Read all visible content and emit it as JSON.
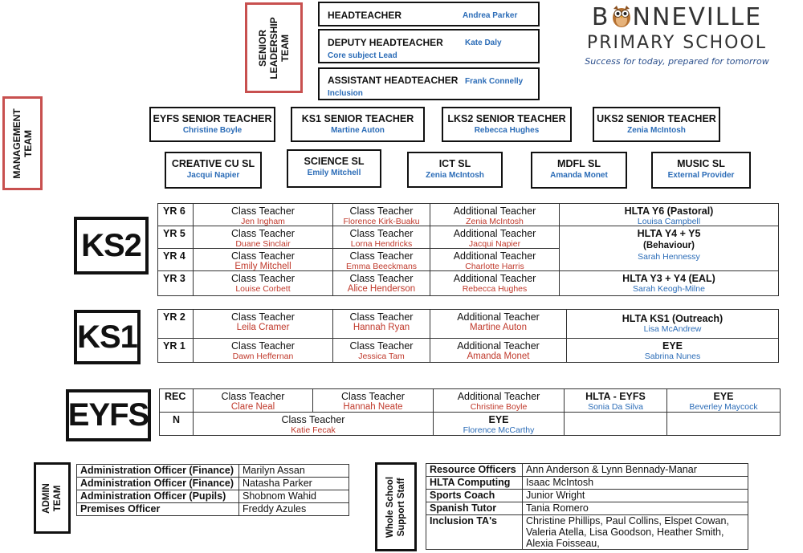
{
  "logo": {
    "name_part1": "B",
    "name_part2": "NNEVILLE",
    "school": "PRIMARY SCHOOL",
    "tagline": "Success for today, prepared for tomorrow"
  },
  "senior_leadership": {
    "label": "SENIOR LEADERSHIP TEAM",
    "rows": [
      {
        "title": "HEADTEACHER",
        "name": "Andrea Parker",
        "sub": ""
      },
      {
        "title": "DEPUTY HEADTEACHER",
        "name": "Kate Daly",
        "sub": "Core subject Lead"
      },
      {
        "title": "ASSISTANT HEADTEACHER",
        "name": "Frank Connelly",
        "sub": "Inclusion"
      }
    ]
  },
  "management": {
    "label": "MANAGEMENT TEAM",
    "senior_teachers": [
      {
        "title": "EYFS SENIOR TEACHER",
        "name": "Christine Boyle"
      },
      {
        "title": "KS1 SENIOR TEACHER",
        "name": "Martine Auton"
      },
      {
        "title": "LKS2 SENIOR TEACHER",
        "name": "Rebecca Hughes"
      },
      {
        "title": "UKS2 SENIOR TEACHER",
        "name": "Zenia McIntosh"
      }
    ],
    "subject_leads": [
      {
        "title": "CREATIVE CU SL",
        "name": "Jacqui Napier"
      },
      {
        "title": "SCIENCE SL",
        "name": "Emily Mitchell"
      },
      {
        "title": "ICT SL",
        "name": "Zenia McIntosh"
      },
      {
        "title": "MDFL SL",
        "name": "Amanda Monet"
      },
      {
        "title": "MUSIC SL",
        "name": "External Provider"
      }
    ]
  },
  "ks2": {
    "label": "KS2",
    "rows": [
      {
        "year": "YR 6",
        "c1": "Class Teacher",
        "n1": "Jen Ingham",
        "c2": "Class Teacher",
        "n2": "Florence Kirk-Buaku",
        "c3": "Additional Teacher",
        "n3": "Zenia McIntosh"
      },
      {
        "year": "YR 5",
        "c1": "Class Teacher",
        "n1": "Duane Sinclair",
        "c2": "Class Teacher",
        "n2": "Lorna Hendricks",
        "c3": "Additional Teacher",
        "n3": "Jacqui Napier"
      },
      {
        "year": "YR 4",
        "c1": "Class Teacher",
        "n1": "Emily Mitchell",
        "c2": "Class Teacher",
        "n2": "Emma Beeckmans",
        "c3": "Additional Teacher",
        "n3": "Charlotte Harris"
      },
      {
        "year": "YR 3",
        "c1": "Class Teacher",
        "n1": "Louise Corbett",
        "c2": "Class Teacher",
        "n2": "Alice Henderson",
        "c3": "Additional Teacher",
        "n3": "Rebecca Hughes"
      }
    ],
    "hlta": [
      {
        "title": "HLTA Y6",
        "title_tail": " (Pastoral)",
        "name": "Louisa Campbell"
      },
      {
        "title": "HLTA Y4 + Y5",
        "title_tail": "(Behaviour)",
        "name": "Sarah Hennessy"
      },
      {
        "title": "HLTA Y3 + Y4 (EAL)",
        "title_tail": "",
        "name": "Sarah Keogh-Milne"
      }
    ]
  },
  "ks1": {
    "label": "KS1",
    "rows": [
      {
        "year": "YR 2",
        "c1": "Class Teacher",
        "n1": "Leila Cramer",
        "c2": "Class Teacher",
        "n2": "Hannah Ryan",
        "c3": "Additional Teacher",
        "n3": "Martine Auton",
        "c4": "HLTA KS1",
        "c4_tail": " (Outreach)",
        "n4": "Lisa McAndrew"
      },
      {
        "year": "YR 1",
        "c1": "Class Teacher",
        "n1": "Dawn Heffernan",
        "c2": "Class Teacher",
        "n2": "Jessica Tam",
        "c3": "Additional Teacher",
        "n3": "Amanda Monet",
        "c4": "EYE",
        "c4_tail": "",
        "n4": "Sabrina Nunes"
      }
    ]
  },
  "eyfs": {
    "label": "EYFS",
    "rec": {
      "year": "REC",
      "c1": "Class Teacher",
      "n1": "Clare Neal",
      "c2": "Class Teacher",
      "n2": "Hannah Neate",
      "c3": "Additional Teacher",
      "n3": "Christine Boyle",
      "c4": "HLTA - EYFS",
      "n4": "Sonia Da Silva",
      "c5": "EYE",
      "n5": "Beverley Maycock"
    },
    "n": {
      "year": "N",
      "c1": "Class Teacher",
      "n1": "Katie Fecak",
      "c2": "EYE",
      "n2": "Florence McCarthy"
    }
  },
  "admin": {
    "label": "ADMIN TEAM",
    "rows": [
      {
        "role": "Administration Officer (Finance)",
        "name": "Marilyn Assan"
      },
      {
        "role": "Administration Officer (Finance)",
        "name": "Natasha Parker"
      },
      {
        "role": "Administration Officer (Pupils)",
        "name": "Shobnom Wahid"
      },
      {
        "role": "Premises Officer",
        "name": "Freddy Azules"
      }
    ]
  },
  "support": {
    "label": "Whole School Support Staff",
    "rows": [
      {
        "role": "Resource Officers",
        "name": "Ann Anderson & Lynn Bennady-Manar"
      },
      {
        "role": "HLTA Computing",
        "name": "Isaac McIntosh"
      },
      {
        "role": "Sports Coach",
        "name": "Junior Wright"
      },
      {
        "role": "Spanish Tutor",
        "name": "Tania Romero"
      },
      {
        "role": "Inclusion TA's",
        "name": "Christine Phillips, Paul Collins, Elspet Cowan, Valeria Atella, Lisa Goodson, Heather Smith, Alexia Foisseau,"
      }
    ]
  },
  "colors": {
    "red": "#c0392b",
    "blue": "#2b6cb7",
    "frame_red": "#c8504f"
  }
}
